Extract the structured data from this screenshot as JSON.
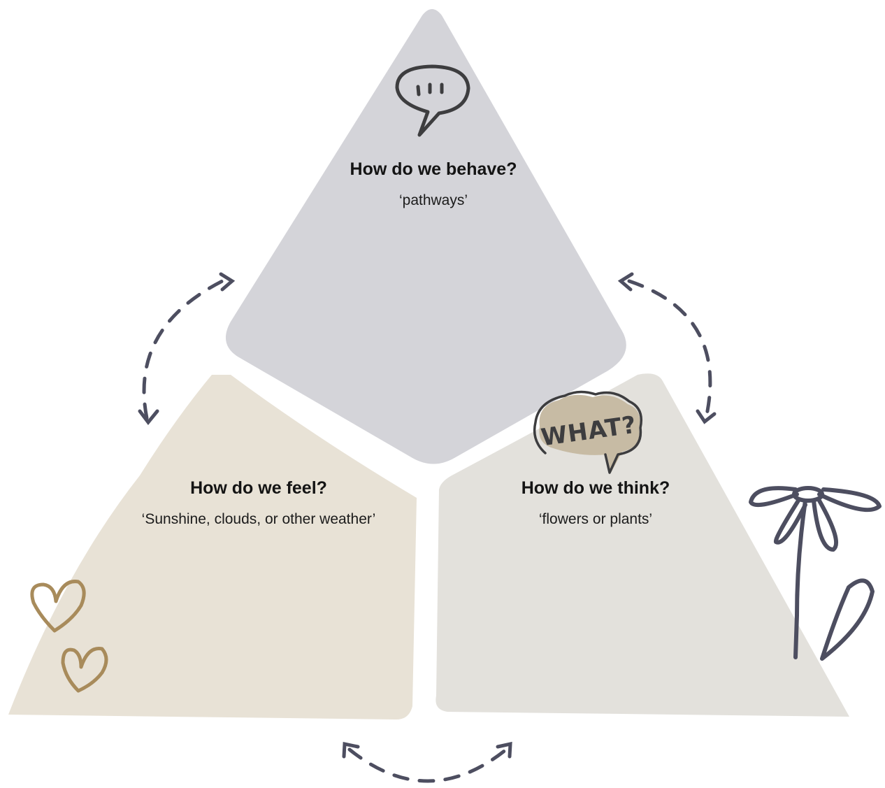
{
  "segments": {
    "behave": {
      "title": "How do we behave?",
      "subtitle": "‘pathways’",
      "icon": "speech-bubble-icon",
      "fill": "#d4d4d9"
    },
    "feel": {
      "title": "How do we feel?",
      "subtitle": "‘Sunshine, clouds, or other weather’",
      "icon": "heart-icon",
      "fill": "#e8e2d6"
    },
    "think": {
      "title": "How do we think?",
      "subtitle": "‘flowers or plants’",
      "icon": "thought-bubble-icon",
      "fill": "#e3e1dc"
    }
  },
  "thought_bubble_text": "WHAT?",
  "colors": {
    "arrow": "#4d4e60",
    "icon_dark": "#3d3d3f",
    "heart": "#a88b5b",
    "flower": "#4d4e60",
    "bubble_fill": "#c7bba4"
  }
}
